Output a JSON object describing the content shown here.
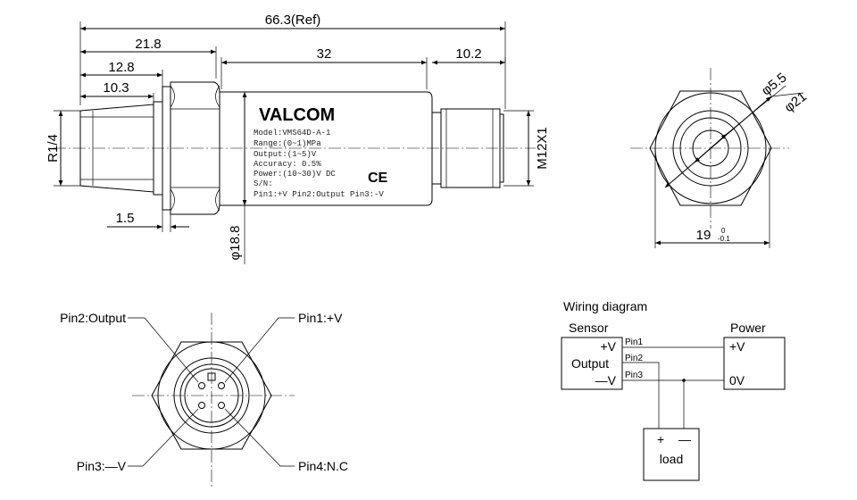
{
  "dimensions": {
    "overall": "66.3(Ref)",
    "d_21_8": "21.8",
    "d_12_8": "12.8",
    "d_10_3": "10.3",
    "d_32": "32",
    "d_10_2": "10.2",
    "d_1_5": "1.5",
    "thread_left": "R1/4",
    "thread_right": "M12X1",
    "body_dia": "φ18.8",
    "dia_5_5": "φ5.5",
    "dia_21": "φ21",
    "hex_19": "19",
    "hex_tol_upper": "0",
    "hex_tol_lower": "-0.1"
  },
  "label": {
    "brand": "VALCOM",
    "model": "Model:VMS64D-A-1",
    "range": "Range:(0~1)MPa",
    "output": "Output:(1~5)V",
    "accuracy": "Accuracy: 0.5%",
    "power": "Power:(10~30)V DC",
    "sn": "S/N:",
    "pins": "Pin1:+V   Pin2:Output  Pin3:-V",
    "ce": "CE"
  },
  "connector": {
    "pin2": "Pin2:Output",
    "pin1": "Pin1:+V",
    "pin3": "Pin3:—V",
    "pin4": "Pin4:N.C"
  },
  "wiring": {
    "title": "Wiring diagram",
    "sensor_title": "Sensor",
    "sensor_plus": "+V",
    "sensor_output": "Output",
    "sensor_minus": "—V",
    "power_title": "Power",
    "power_plus": "+V",
    "power_zero": "0V",
    "pin1": "Pin1",
    "pin2": "Pin2",
    "pin3": "Pin3",
    "load_plus": "+",
    "load_minus": "—",
    "load": "load"
  }
}
